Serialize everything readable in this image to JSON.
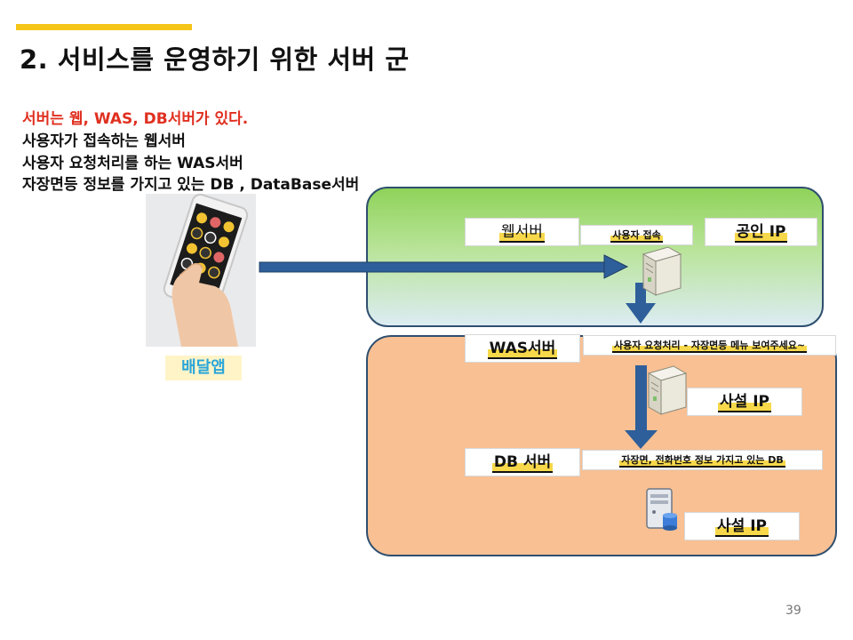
{
  "slide": {
    "title": "2. 서비스를 운영하기 위한 서버 군",
    "bullets": [
      "서버는 웹, WAS, DB서버가 있다.",
      "사용자가 접속하는 웹서버",
      "사용자 요청처리를 하는 WAS서버",
      "자장면등 정보를 가지고 있는 DB , DataBase서버"
    ],
    "page_number": "39",
    "accent_color": "#f5c518"
  },
  "client": {
    "caption": "배달앱",
    "icon": "phone-icon"
  },
  "web_zone": {
    "color": "#8fd35a",
    "label": "웹서버",
    "sub_label": "사용자 접속",
    "ip_label": "공인 IP"
  },
  "was_zone": {
    "color": "#f8c093",
    "label": "WAS서버",
    "sub_label": "사용자 요청처리 - 자장면등 메뉴 보여주세요~",
    "ip_label": "사설 IP"
  },
  "db": {
    "label": "DB 서버",
    "sub_label": "자장면, 전화번호 정보 가지고 있는 DB",
    "ip_label": "사설 IP"
  },
  "arrow_color": "#2e5f9a"
}
